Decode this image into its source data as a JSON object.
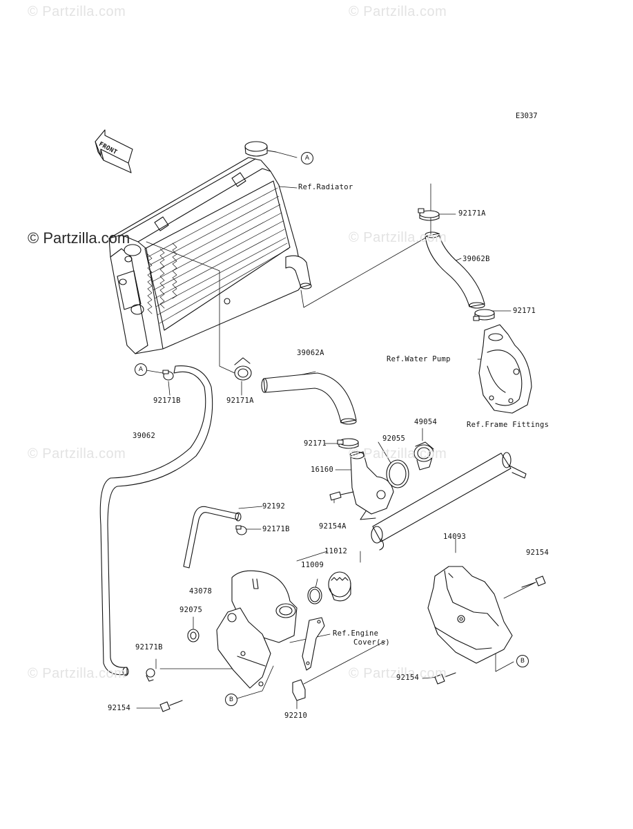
{
  "diagram_code": "E3037",
  "watermark": {
    "main": "© Partzilla.com",
    "faint": "© Partzilla.com"
  },
  "front_arrow": "FRONT",
  "refs": {
    "A": "A",
    "B": "B"
  },
  "labels": {
    "ref_radiator": "Ref.Radiator",
    "p92171A_top": "92171A",
    "p39062B": "39062B",
    "p92171_top": "92171",
    "ref_water_pump": "Ref.Water Pump",
    "p39062A": "39062A",
    "p92171B_left": "92171B",
    "p92171A_mid": "92171A",
    "p39062": "39062",
    "p49054": "49054",
    "ref_frame_fittings": "Ref.Frame Fittings",
    "p92055": "92055",
    "p92171_mid": "92171",
    "p16160": "16160",
    "p92154A": "92154A",
    "p92192": "92192",
    "p92171B_mid": "92171B",
    "p14093": "14093",
    "p11012": "11012",
    "p92154_right": "92154",
    "p11009": "11009",
    "p43078": "43078",
    "p92075": "92075",
    "ref_engine_cover_1": "Ref.Engine",
    "ref_engine_cover_2": "Cover(s)",
    "p92171B_low": "92171B",
    "p92154_bottom_right": "92154",
    "p92154_bottom_left": "92154",
    "p92210": "92210"
  }
}
